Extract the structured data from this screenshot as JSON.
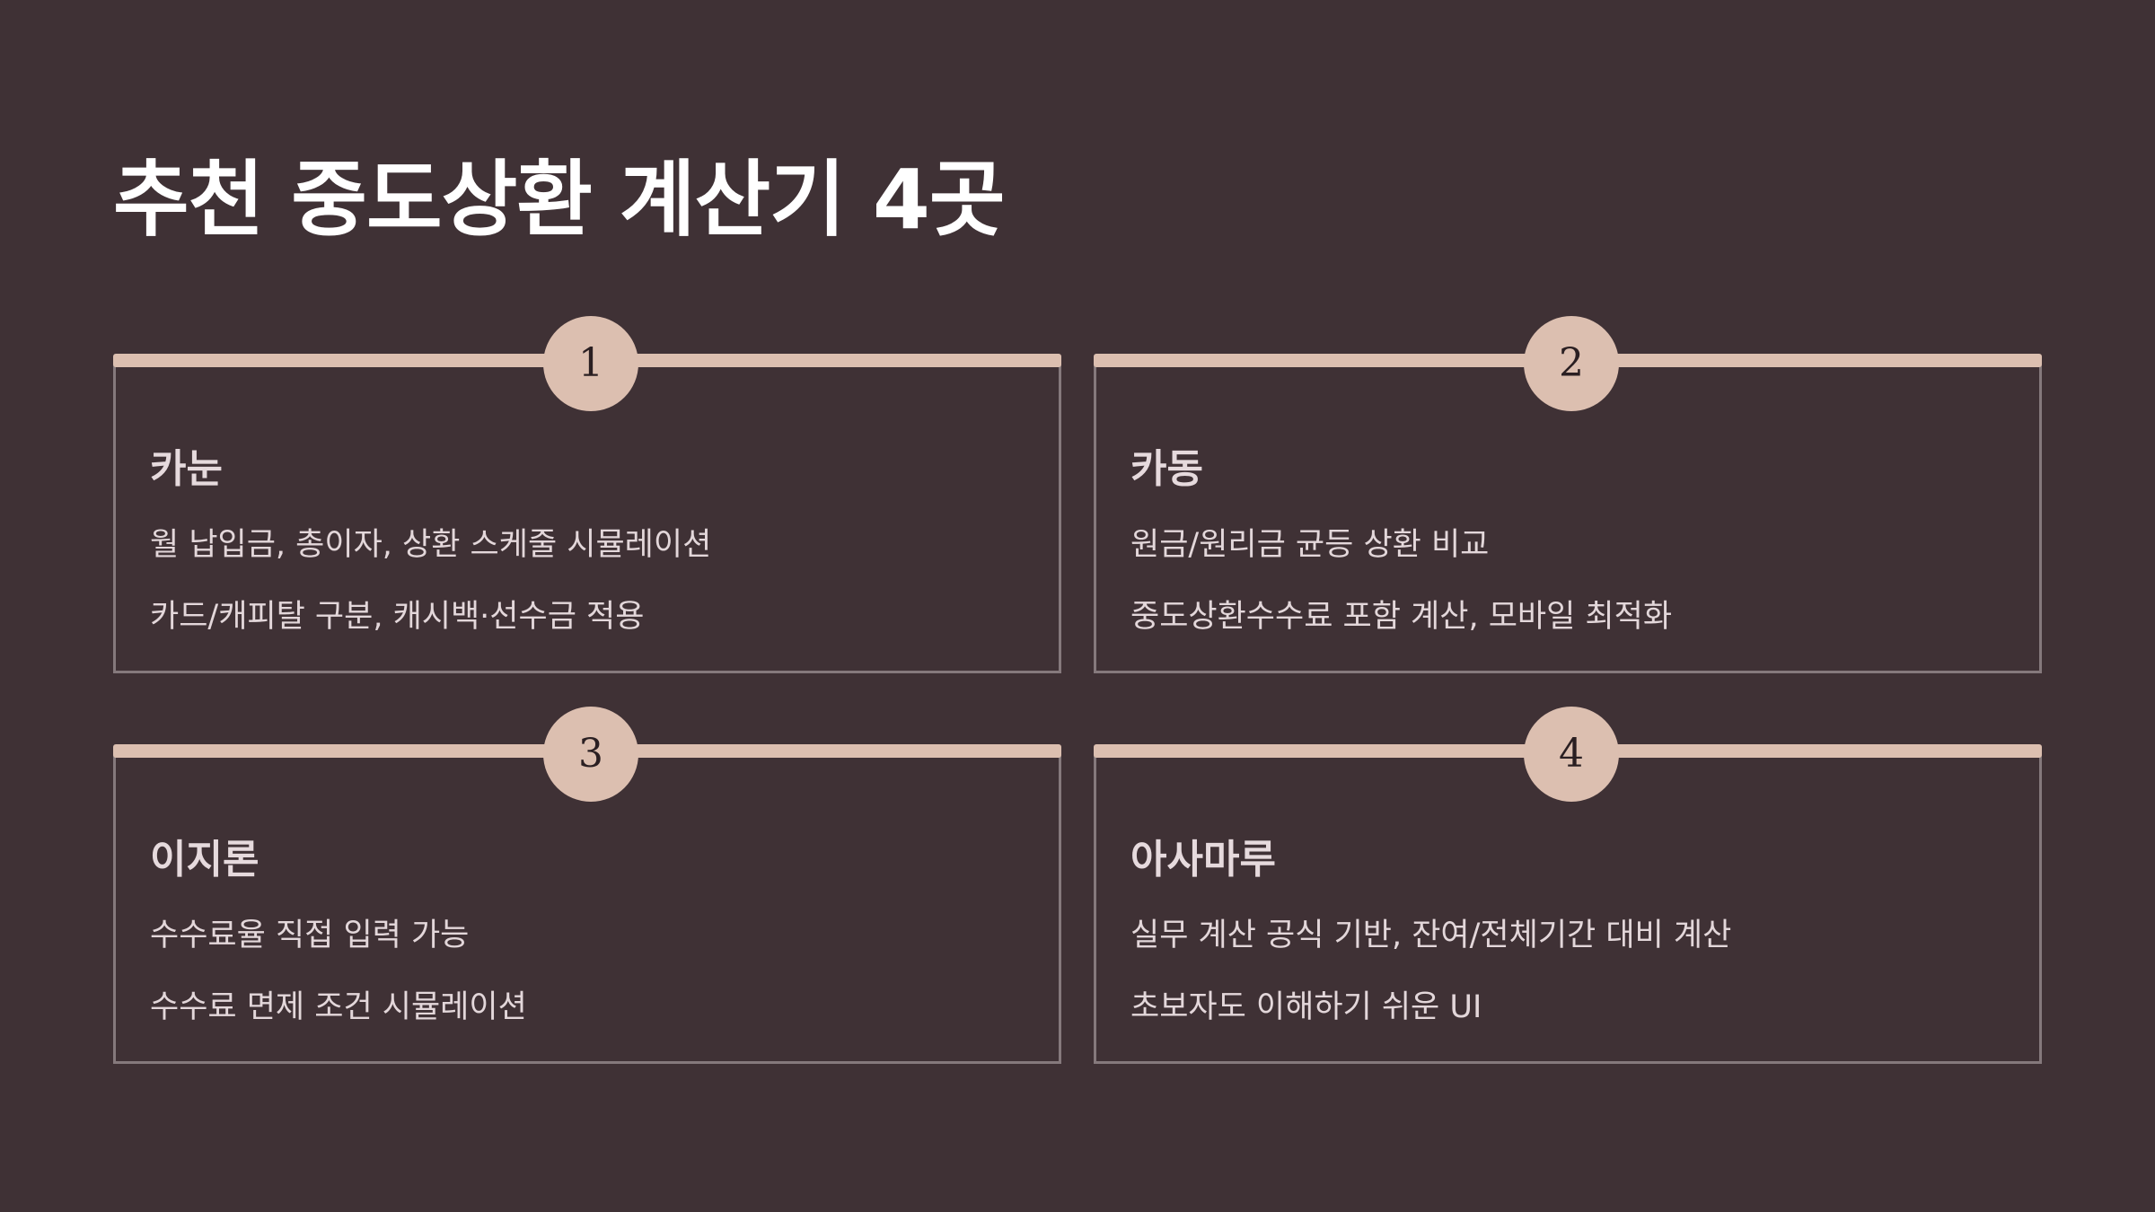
{
  "title": "추천 중도상환 계산기 4곳",
  "cards": [
    {
      "number": "1",
      "name": "카눈",
      "lines": [
        "월 납입금, 총이자, 상환 스케줄 시뮬레이션",
        "카드/캐피탈 구분, 캐시백·선수금 적용"
      ]
    },
    {
      "number": "2",
      "name": "카동",
      "lines": [
        "원금/원리금 균등 상환 비교",
        "중도상환수수료 포함 계산, 모바일 최적화"
      ]
    },
    {
      "number": "3",
      "name": "이지론",
      "lines": [
        "수수료율 직접 입력 가능",
        "수수료 면제 조건 시뮬레이션"
      ]
    },
    {
      "number": "4",
      "name": "아사마루",
      "lines": [
        "실무 계산 공식 기반, 잔여/전체기간 대비 계산",
        "초보자도 이해하기 쉬운 UI"
      ]
    }
  ]
}
